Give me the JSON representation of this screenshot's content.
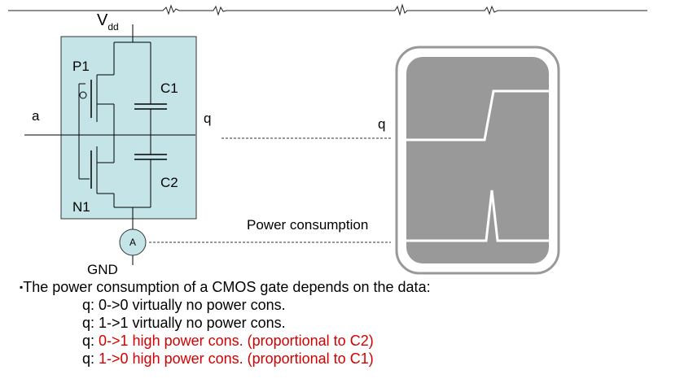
{
  "labels": {
    "vdd_main": "V",
    "vdd_sub": "dd",
    "p1": "P1",
    "n1": "N1",
    "c1": "C1",
    "c2": "C2",
    "input_a": "a",
    "output_q_gate": "q",
    "output_q_scope": "q",
    "power_label": "Power consumption",
    "ammeter": "A",
    "gnd": "GND"
  },
  "text": {
    "bullet_marker": "▪",
    "headline": "The power consumption of a CMOS gate depends on the data:",
    "lines": [
      {
        "text": "q: 0->0 virtually no power cons.",
        "color": "#000000"
      },
      {
        "text": "q: 1->1 virtually no power cons.",
        "color": "#000000"
      },
      {
        "text": "q: 0->1 high power cons. (proportional to C2)",
        "color": "#d40000",
        "prefix": "q: ",
        "rest": "0->1 high power cons. (proportional to C2)"
      },
      {
        "text": "q: 1->0 high power cons. (proportional to C1)",
        "color": "#d40000",
        "prefix": "q: ",
        "rest": "1->0 high power cons. (proportional to C1)"
      }
    ]
  },
  "colors": {
    "gate_fill": "#c4e4e8",
    "scope_fill": "#999999",
    "trace": "#ffffff",
    "highlight": "#d40000"
  }
}
